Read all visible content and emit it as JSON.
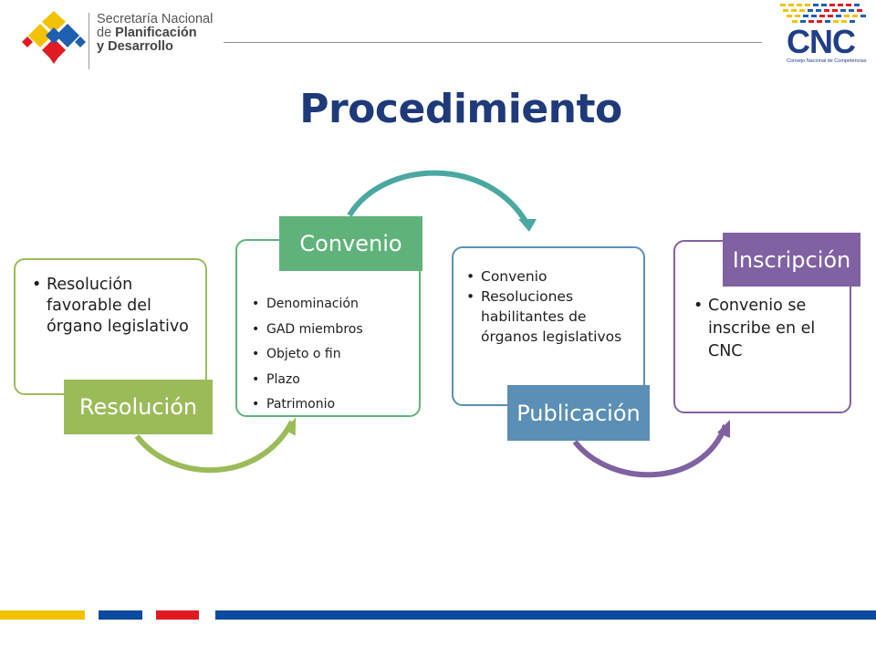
{
  "header": {
    "org_line1": "Secretaría Nacional",
    "org_line2_prefix": "de ",
    "org_line2_bold": "Planificación",
    "org_line3": "y Desarrollo",
    "cnc_name": "CNC",
    "cnc_subtitle": "Consejo Nacional de Competencias"
  },
  "title": "Procedimiento",
  "steps": [
    {
      "label": "Resolución",
      "color": "#9bbb59",
      "items": [
        "Resolución favorable del órgano legislativo"
      ]
    },
    {
      "label": "Convenio",
      "color": "#5fb37a",
      "items": [
        "Denominación",
        "GAD miembros",
        "Objeto o fin",
        "Plazo",
        "Patrimonio"
      ]
    },
    {
      "label": "Publicación",
      "color": "#5b8fb5",
      "items": [
        "Convenio",
        "Resoluciones habilitantes de órganos legislativos"
      ]
    },
    {
      "label": "Inscripción",
      "color": "#8061a2",
      "items": [
        "Convenio se inscribe en el CNC"
      ]
    }
  ],
  "colors": {
    "title": "#1f3a7a",
    "arrow_green": "#9bbb59",
    "arrow_teal": "#4aa8a0",
    "arrow_purple": "#8061a2",
    "stripe_yellow": "#f2c200",
    "stripe_blue": "#0b4aa0",
    "stripe_red": "#e01b22"
  }
}
